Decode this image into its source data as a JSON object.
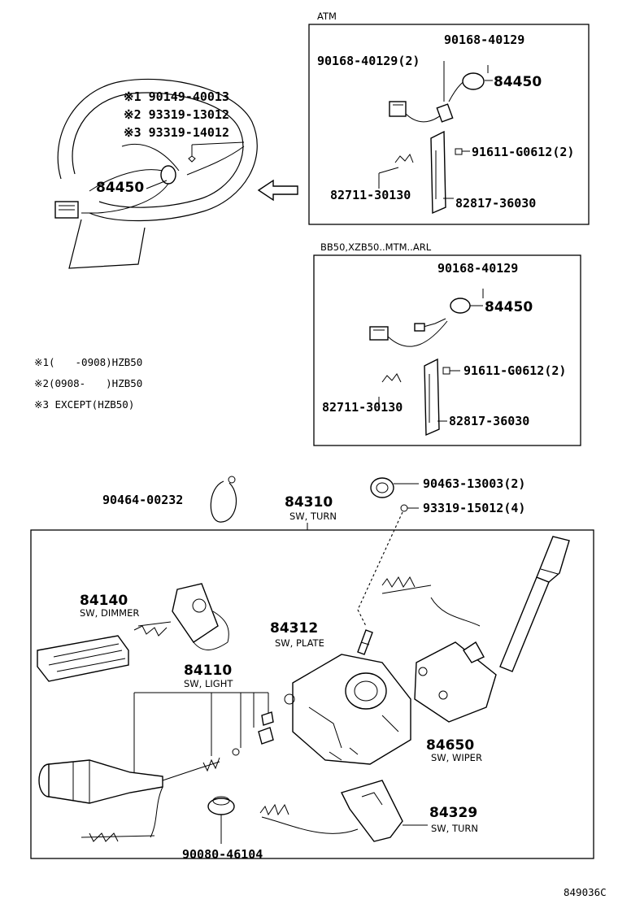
{
  "wheel": {
    "note_labels": [
      "※1 90149-40013",
      "※2 93319-13012",
      "※3 93319-14012"
    ],
    "part": "84450"
  },
  "atm": {
    "heading": "ATM",
    "labels": {
      "screw_top": "90168-40129",
      "screw_left": "90168-40129(2)",
      "switch": "84450",
      "nut": "91611-G0612(2)",
      "clip": "82711-30130",
      "bracket": "82817-36030"
    }
  },
  "mtm": {
    "heading": "BB50,XZB50..MTM..ARL",
    "labels": {
      "screw": "90168-40129",
      "switch": "84450",
      "nut": "91611-G0612(2)",
      "clip": "82711-30130",
      "bracket": "82817-36030"
    }
  },
  "notes": [
    "※1(　　-0908)HZB50",
    "※2(0908-　　)HZB50",
    "※3 EXCEPT(HZB50)"
  ],
  "assembly": {
    "band": "90464-00232",
    "clamp": "90463-13003(2)",
    "screw": "93319-15012(4)",
    "main_part": "84310",
    "main_desc": "SW, TURN",
    "dimmer_part": "84140",
    "dimmer_desc": "SW, DIMMER",
    "plate_part": "84312",
    "plate_desc": "SW, PLATE",
    "light_part": "84110",
    "light_desc": "SW, LIGHT",
    "wiper_part": "84650",
    "wiper_desc": "SW, WIPER",
    "turn_part": "84329",
    "turn_desc": "SW, TURN",
    "clip": "90080-46104"
  },
  "figure_code": "849036C"
}
